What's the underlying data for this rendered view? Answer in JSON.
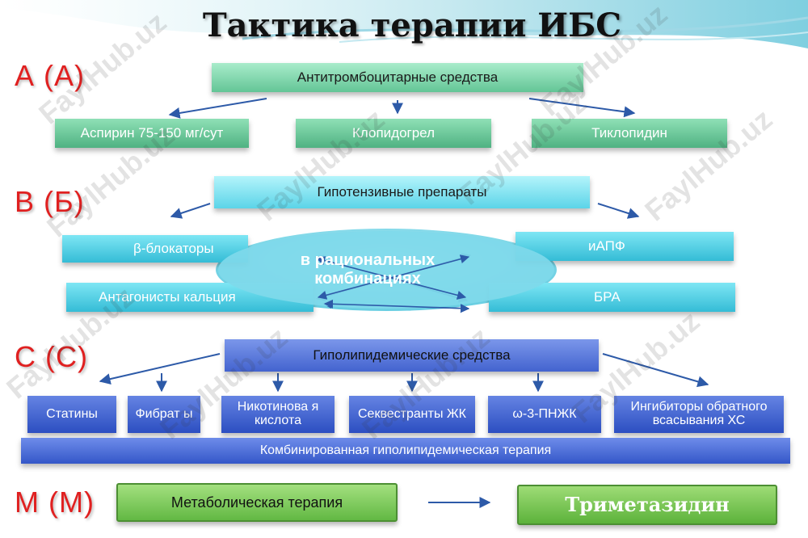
{
  "title": "Тактика терапии ИБС",
  "watermark": "FaylHub.uz",
  "sections": {
    "a": {
      "letter": "А (А)",
      "main": "Антитромбоцитарные средства",
      "items": [
        "Аспирин 75-150 мг/сут",
        "Клопидогрел",
        "Тиклопидин"
      ]
    },
    "b": {
      "letter": "В (Б)",
      "main": "Гипотензивные препараты",
      "beta": "β-блокаторы",
      "calcium": "Антагонисты кальция",
      "iapf": "иАПФ",
      "bra": "БРА",
      "oval": "в рациональных комбинациях"
    },
    "c": {
      "letter": "С (С)",
      "main": "Гиполипидемические средства",
      "items": [
        "Статины",
        "Фибрат ы",
        "Никотинова я кислота",
        "Секвестранты ЖК",
        "ω-3-ПНЖК",
        "Ингибиторы обратного всасывания ХС"
      ],
      "combined": "Комбинированная гиполипидемическая терапия"
    },
    "m": {
      "letter": "М (М)",
      "main": "Метаболическая терапия",
      "drug": "Триметазидин"
    }
  },
  "colors": {
    "letter": "#e02020",
    "green": "#63c596",
    "cyan": "#5bd4e8",
    "blue": "#2c4ec1",
    "lime": "#62b843",
    "arrow": "#2d5aa8"
  }
}
